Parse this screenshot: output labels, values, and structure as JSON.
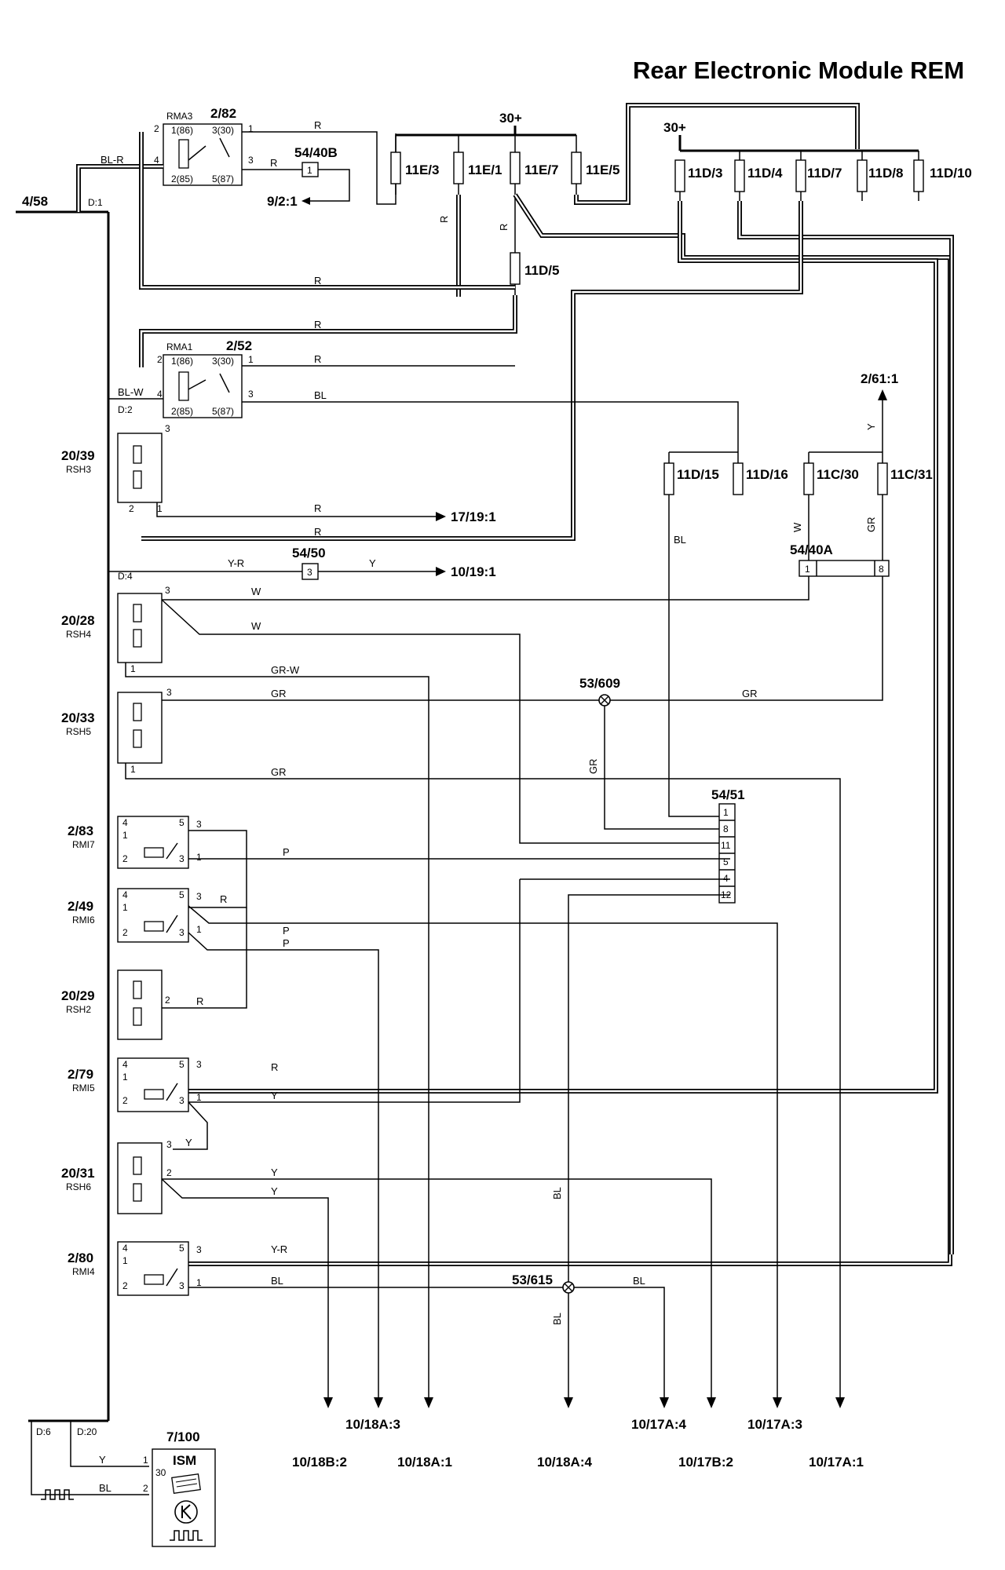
{
  "title": "Rear Electronic Module REM",
  "supply_labels": [
    "30+",
    "30+"
  ],
  "fuses": [
    "11E/3",
    "11E/1",
    "11E/7",
    "11E/5",
    "11D/3",
    "11D/4",
    "11D/7",
    "11D/8",
    "11D/10",
    "11D/5",
    "11D/15",
    "11D/16",
    "11C/30",
    "11C/31"
  ],
  "relays": {
    "r282": {
      "id": "2/82",
      "name": "RMA3",
      "pins": [
        "1(86)",
        "2(85)",
        "3(30)",
        "5(87)"
      ]
    },
    "r252": {
      "id": "2/52",
      "name": "RMA1",
      "pins": [
        "1(86)",
        "2(85)",
        "3(30)",
        "5(87)"
      ]
    }
  },
  "components": [
    {
      "id": "20/39",
      "name": "RSH3"
    },
    {
      "id": "20/28",
      "name": "RSH4"
    },
    {
      "id": "20/33",
      "name": "RSH5"
    },
    {
      "id": "2/83",
      "name": "RMI7"
    },
    {
      "id": "2/49",
      "name": "RMI6"
    },
    {
      "id": "20/29",
      "name": "RSH2"
    },
    {
      "id": "2/79",
      "name": "RMI5"
    },
    {
      "id": "20/31",
      "name": "RSH6"
    },
    {
      "id": "2/80",
      "name": "RMI4"
    }
  ],
  "connectors": {
    "c4058": "54/40B",
    "c5450": "54/50",
    "c5440a": "54/40A",
    "c5451": "54/51",
    "c5451_pins": [
      "1",
      "8",
      "11",
      "5",
      "4",
      "12"
    ]
  },
  "splices": [
    "53/609",
    "53/615"
  ],
  "ground_label": "4/58",
  "d_points": [
    "D:1",
    "D:2",
    "D:4",
    "D:6",
    "D:20"
  ],
  "references": {
    "r9_2_1": "9/2:1",
    "r17_19_1": "17/19:1",
    "r10_19_1": "10/19:1",
    "r2_61_1": "2/61:1",
    "r10_18a_3": "10/18A:3",
    "r10_18b_2": "10/18B:2",
    "r10_18a_1": "10/18A:1",
    "r10_18a_4": "10/18A:4",
    "r10_17a_4": "10/17A:4",
    "r10_17b_2": "10/17B:2",
    "r10_17a_3": "10/17A:3",
    "r10_17a_1": "10/17A:1"
  },
  "wire_colors": [
    "R",
    "BL-R",
    "BL-W",
    "BL",
    "Y",
    "Y-R",
    "W",
    "GR",
    "GR-W",
    "P"
  ],
  "ism": {
    "id": "7/100",
    "name": "ISM",
    "pins": [
      "1",
      "2",
      "30"
    ],
    "icons": [
      "module-icon",
      "key-icon",
      "pulse-icon"
    ]
  }
}
